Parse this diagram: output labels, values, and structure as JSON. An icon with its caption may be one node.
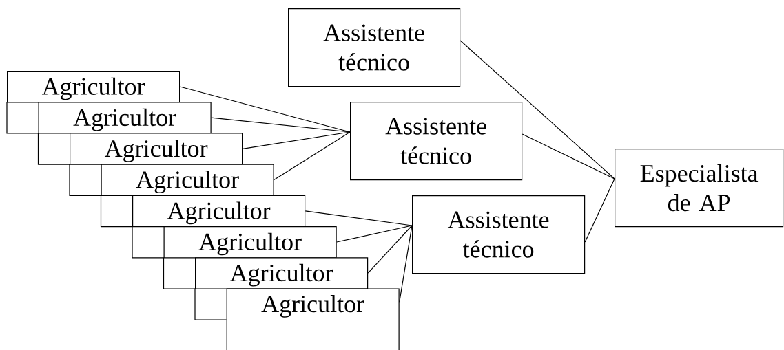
{
  "diagram": {
    "nodes": [
      {
        "text": [
          "Agricultor"
        ]
      },
      {
        "text": [
          "Agricultor"
        ]
      },
      {
        "text": [
          "Agricultor"
        ]
      },
      {
        "text": [
          "Agricultor"
        ]
      },
      {
        "text": [
          "Agricultor"
        ]
      },
      {
        "text": [
          "Agricultor"
        ]
      },
      {
        "text": [
          "Agricultor"
        ]
      },
      {
        "text": [
          "Agricultor"
        ]
      },
      {
        "text": [
          "Assistente técnico"
        ]
      },
      {
        "text": [
          "Assistente técnico"
        ]
      },
      {
        "text": [
          "Assistente técnico"
        ]
      },
      {
        "text": [
          "Especialista de AP"
        ]
      }
    ],
    "edges": [
      {
        "from": 0,
        "to": 9,
        "arrow": "none"
      },
      {
        "from": 1,
        "to": 9,
        "arrow": "none"
      },
      {
        "from": 2,
        "to": 9,
        "arrow": "none"
      },
      {
        "from": 3,
        "to": 9,
        "arrow": "none"
      },
      {
        "from": 4,
        "to": 10,
        "arrow": "none"
      },
      {
        "from": 5,
        "to": 10,
        "arrow": "none"
      },
      {
        "from": 6,
        "to": 10,
        "arrow": "none"
      },
      {
        "from": 7,
        "to": 10,
        "arrow": "none"
      },
      {
        "from": 8,
        "to": 11,
        "arrow": "none"
      },
      {
        "from": 9,
        "to": 11,
        "arrow": "none"
      },
      {
        "from": 10,
        "to": 11,
        "arrow": "none"
      }
    ]
  }
}
